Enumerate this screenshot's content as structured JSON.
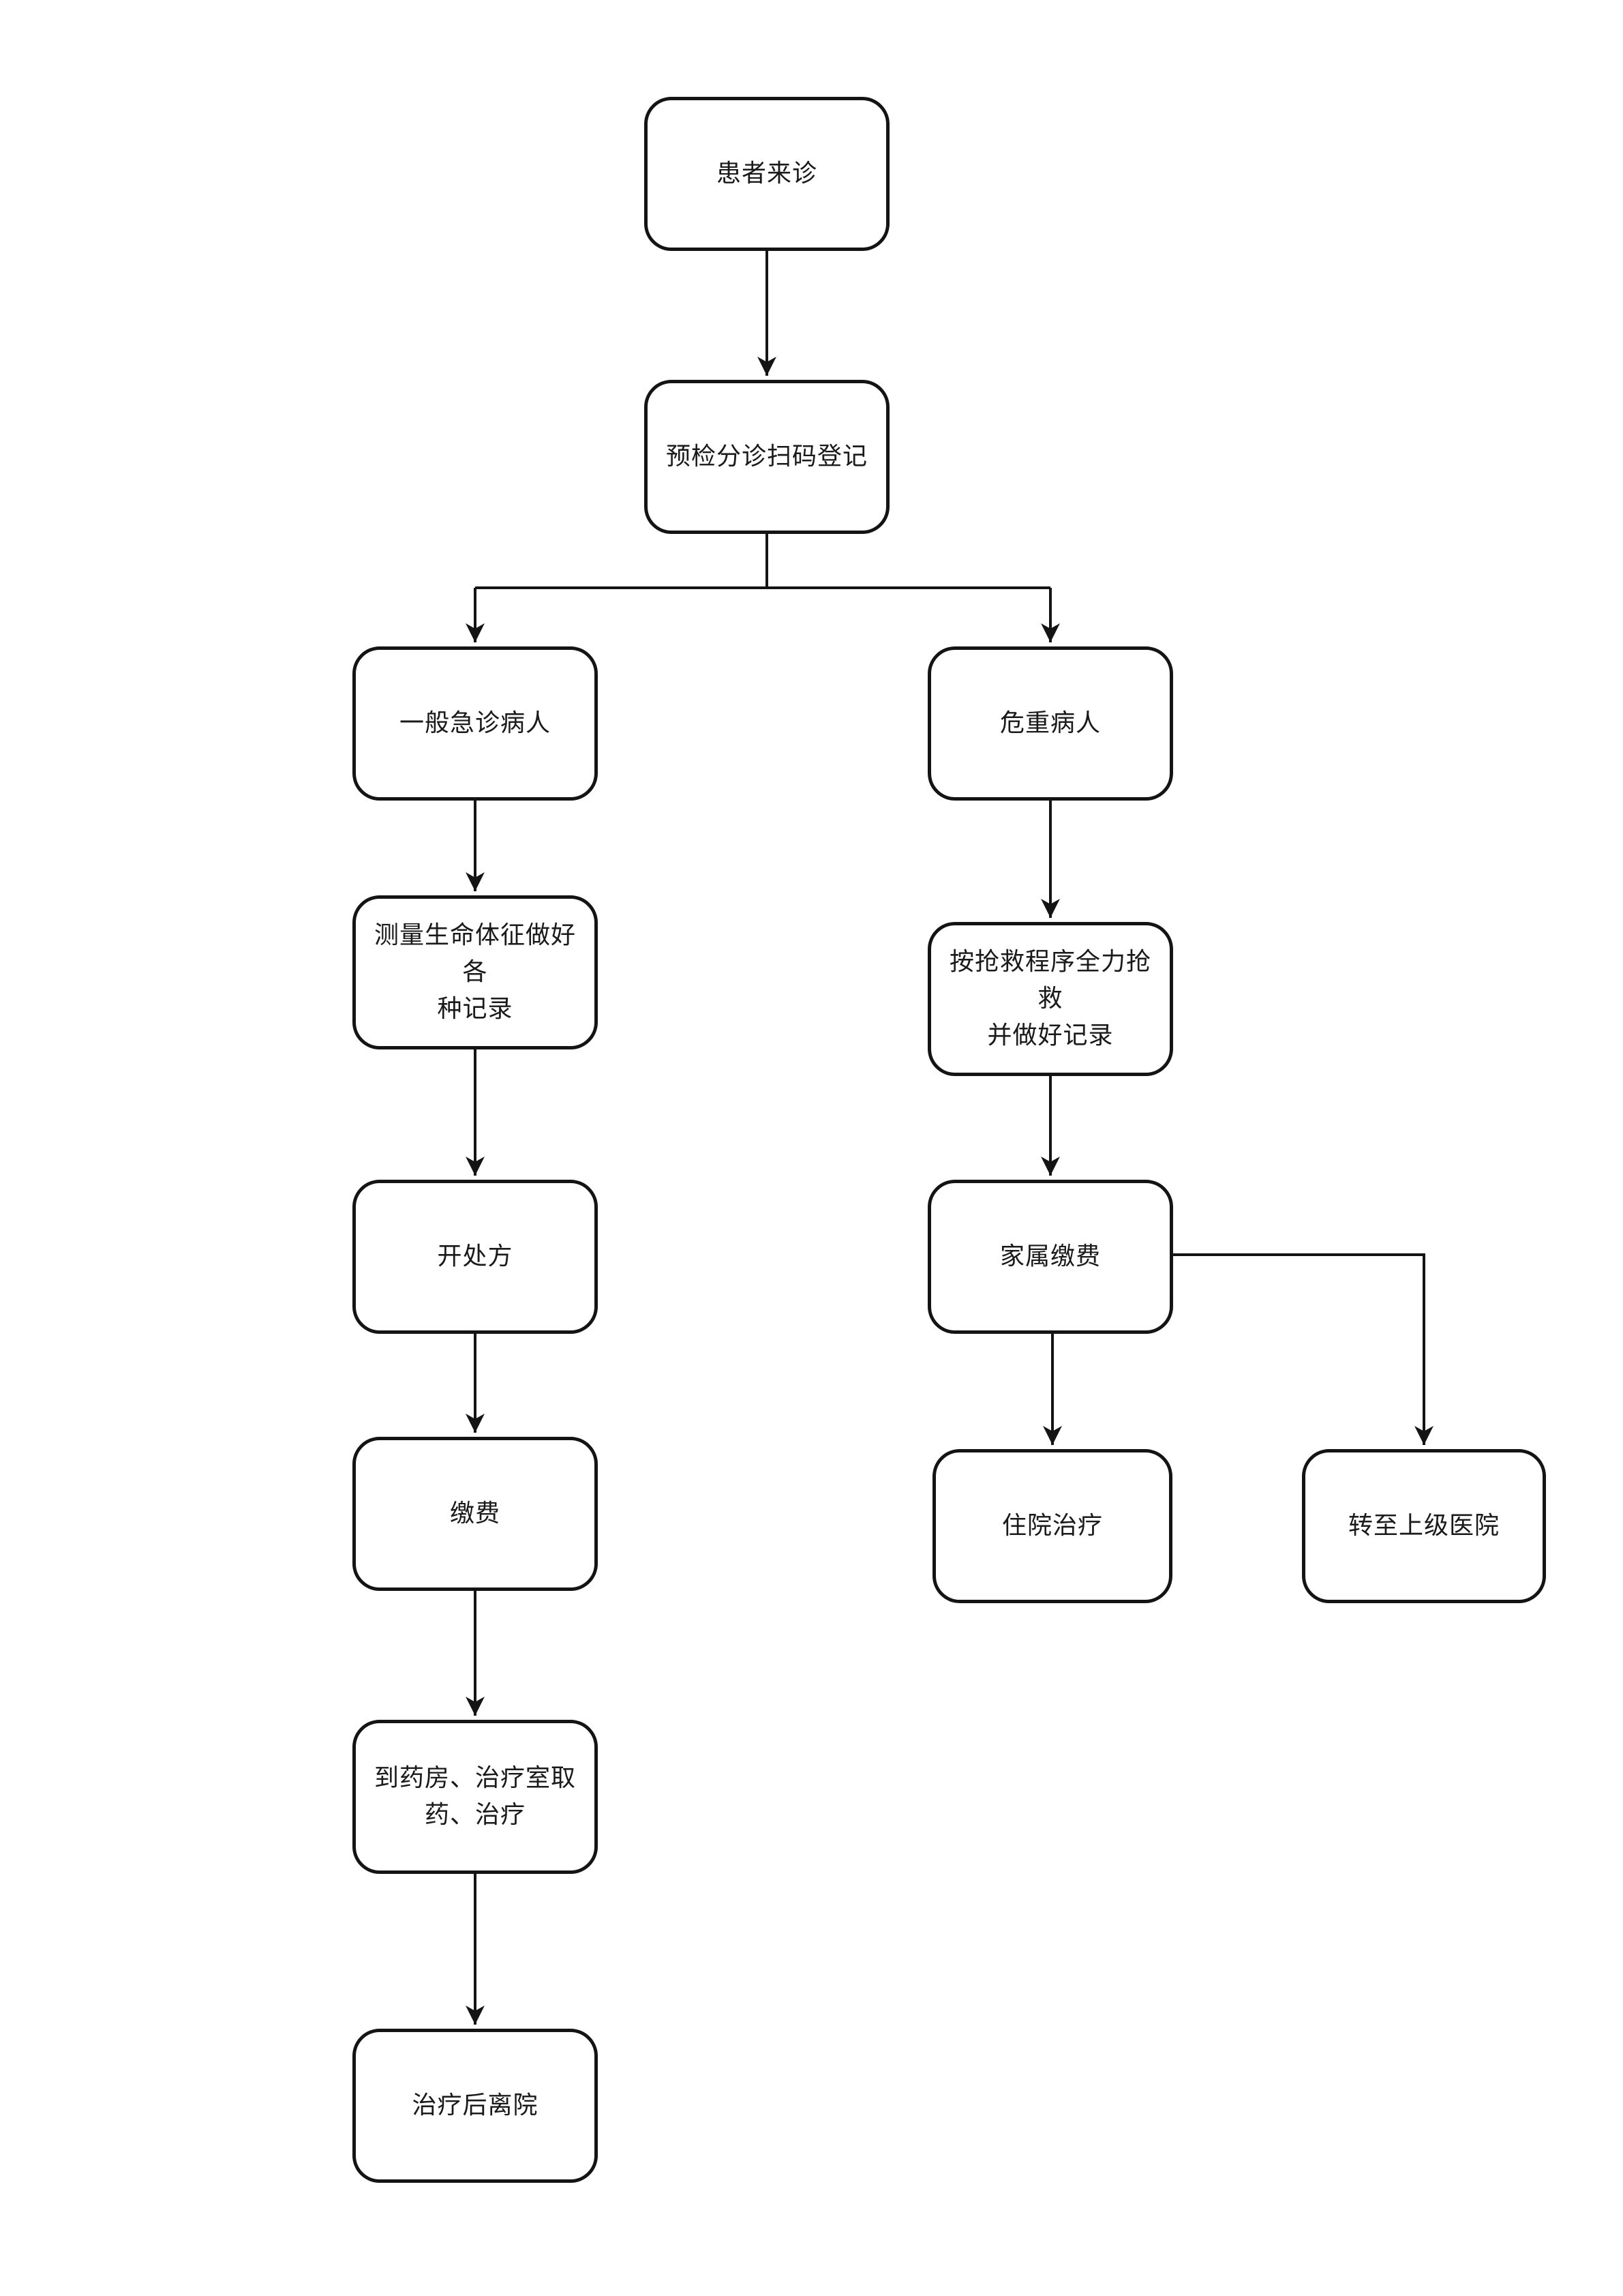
{
  "diagram": {
    "type": "flowchart",
    "background_color": "#ffffff",
    "stroke_color": "#141414",
    "text_color": "#1a1a1a",
    "nodes": {
      "patient_arrival": {
        "label": "患者来诊"
      },
      "triage_scan": {
        "label": "预检分诊扫码登记"
      },
      "general_emergency": {
        "label": "一般急诊病人"
      },
      "critical_patient": {
        "label": "危重病人"
      },
      "measure_vitals": {
        "label": "测量生命体征做好各\n种记录"
      },
      "rescue_procedure": {
        "label": "按抢救程序全力抢救\n并做好记录"
      },
      "prescribe": {
        "label": "开处方"
      },
      "family_payment": {
        "label": "家属缴费"
      },
      "payment": {
        "label": "缴费"
      },
      "pharmacy_treatment": {
        "label": "到药房、治疗室取\n药、治疗"
      },
      "discharge": {
        "label": "治疗后离院"
      },
      "hospitalization": {
        "label": "住院治疗"
      },
      "transfer_hospital": {
        "label": "转至上级医院"
      }
    },
    "edges": [
      {
        "from": "patient_arrival",
        "to": "triage_scan"
      },
      {
        "from": "triage_scan",
        "to": "general_emergency"
      },
      {
        "from": "triage_scan",
        "to": "critical_patient"
      },
      {
        "from": "general_emergency",
        "to": "measure_vitals"
      },
      {
        "from": "critical_patient",
        "to": "rescue_procedure"
      },
      {
        "from": "measure_vitals",
        "to": "prescribe"
      },
      {
        "from": "rescue_procedure",
        "to": "family_payment"
      },
      {
        "from": "prescribe",
        "to": "payment"
      },
      {
        "from": "family_payment",
        "to": "hospitalization"
      },
      {
        "from": "family_payment",
        "to": "transfer_hospital"
      },
      {
        "from": "payment",
        "to": "pharmacy_treatment"
      },
      {
        "from": "pharmacy_treatment",
        "to": "discharge"
      }
    ]
  }
}
